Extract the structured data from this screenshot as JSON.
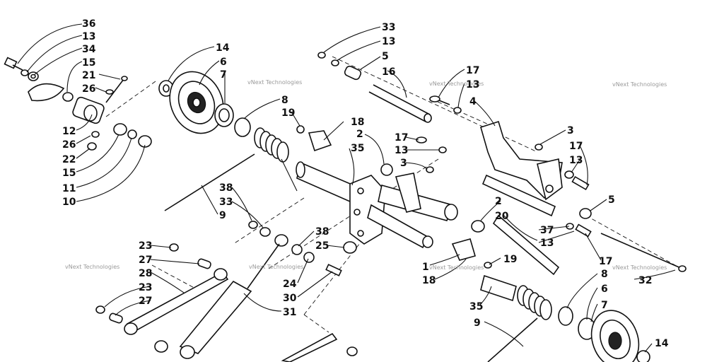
{
  "watermark": "vNext Technologies",
  "callouts": {
    "c1": "36",
    "c2": "13",
    "c3": "34",
    "c4": "15",
    "c5": "21",
    "c6": "26",
    "c7": "12",
    "c8": "26",
    "c9": "22",
    "c10": "15",
    "c11": "11",
    "c12": "10",
    "c13": "14",
    "c14": "6",
    "c15": "7",
    "c16": "8",
    "c17": "19",
    "c18": "38",
    "c19": "33",
    "c20": "9",
    "c21": "23",
    "c22": "27",
    "c23": "28",
    "c24": "23",
    "c25": "27",
    "c26": "38",
    "c27": "25",
    "c28": "24",
    "c29": "30",
    "c30": "31",
    "c31": "33",
    "c32": "13",
    "c33": "5",
    "c34": "16",
    "c35": "18",
    "c36": "35",
    "c37": "2",
    "c38": "17",
    "c39": "13",
    "c40": "3",
    "c41": "17",
    "c42": "13",
    "c43": "4",
    "c44": "3",
    "c45": "17",
    "c46": "13",
    "c47": "5",
    "c48": "2",
    "c49": "20",
    "c50": "37",
    "c51": "13",
    "c52": "1",
    "c53": "18",
    "c54": "19",
    "c55": "17",
    "c56": "32",
    "c57": "35",
    "c58": "9",
    "c59": "8",
    "c60": "6",
    "c61": "7",
    "c62": "14"
  }
}
